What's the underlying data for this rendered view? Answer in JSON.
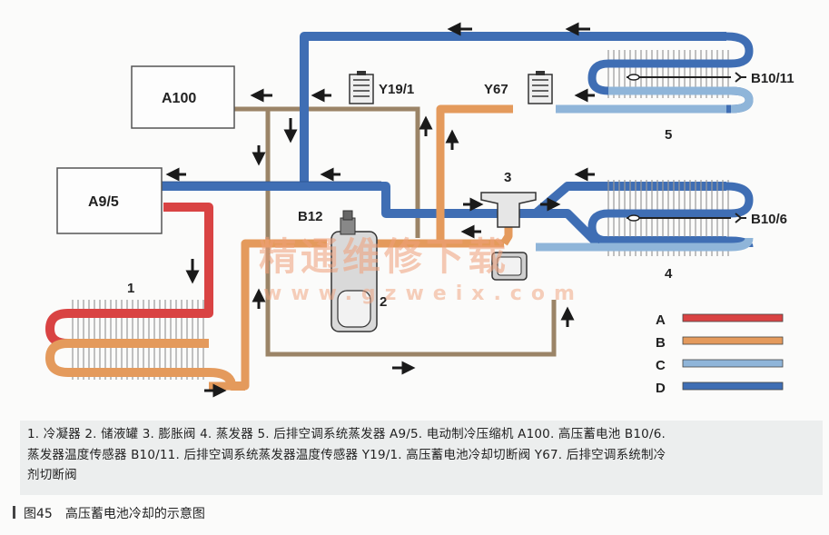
{
  "colors": {
    "A": "#d94343",
    "B": "#e49a5c",
    "C": "#8fb5d9",
    "D": "#3f6eb4",
    "brown": "#9b8467",
    "box_border": "#555555"
  },
  "boxes": {
    "a100": "A100",
    "a95": "A9/5"
  },
  "components": {
    "c1": "1",
    "c2": "2",
    "c3": "3",
    "c4": "4",
    "c5": "5",
    "b12": "B12",
    "y19": "Y19/1",
    "y67": "Y67",
    "b1011": "B10/11",
    "b106": "B10/6"
  },
  "legend": [
    {
      "key": "A",
      "color": "#d94343"
    },
    {
      "key": "B",
      "color": "#e49a5c"
    },
    {
      "key": "C",
      "color": "#8fb5d9"
    },
    {
      "key": "D",
      "color": "#3f6eb4"
    }
  ],
  "watermark": {
    "cn": "精通维修下载",
    "url": "www.gzweix.com"
  },
  "caption": {
    "line1": "1. 冷凝器 2. 储液罐 3. 膨胀阀 4. 蒸发器 5. 后排空调系统蒸发器 A9/5. 电动制冷压缩机 A100. 高压蓄电池 B10/6.",
    "line2": "蒸发器温度传感器 B10/11. 后排空调系统蒸发器温度传感器 Y19/1. 高压蓄电池冷却切断阀 Y67. 后排空调系统制冷",
    "line3": "剂切断阀"
  },
  "figure": {
    "number": "图45",
    "title": "高压蓄电池冷却的示意图"
  }
}
